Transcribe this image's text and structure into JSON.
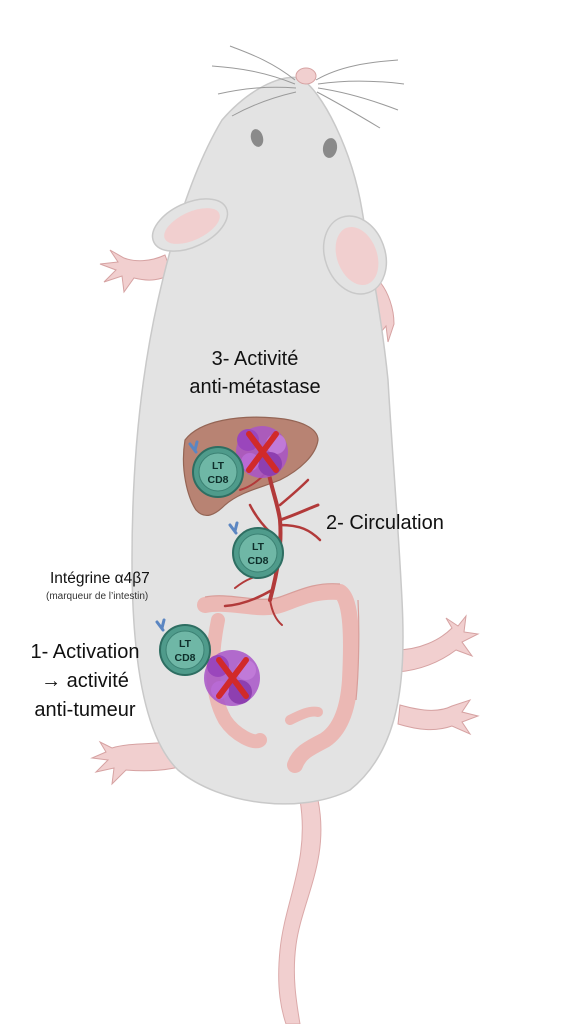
{
  "labels": {
    "step3_line1": "3- Activité",
    "step3_line2": "anti-métastase",
    "step2": "2- Circulation",
    "integrin": "Intégrine α4β7",
    "integrin_note": "(marqueur de l’intestin)",
    "step1_line1": "1- Activation",
    "step1_line2": "→ activité",
    "step1_line3": "anti-tumeur"
  },
  "cells": [
    {
      "line1": "LT",
      "line2": "CD8"
    },
    {
      "line1": "LT",
      "line2": "CD8"
    },
    {
      "line1": "LT",
      "line2": "CD8"
    }
  ],
  "colors": {
    "mouse_body": "#e3e3e3",
    "mouse_outline": "#c9c9c9",
    "skin_pink": "#f1cfcf",
    "liver": "#b88373",
    "vessel": "#b23a3a",
    "intestine": "#ebb8b4",
    "tcell": "#4f9b8b",
    "tumor": "#a855c8",
    "cross": "#d12a2a",
    "integrin_marker": "#5b86c2"
  }
}
